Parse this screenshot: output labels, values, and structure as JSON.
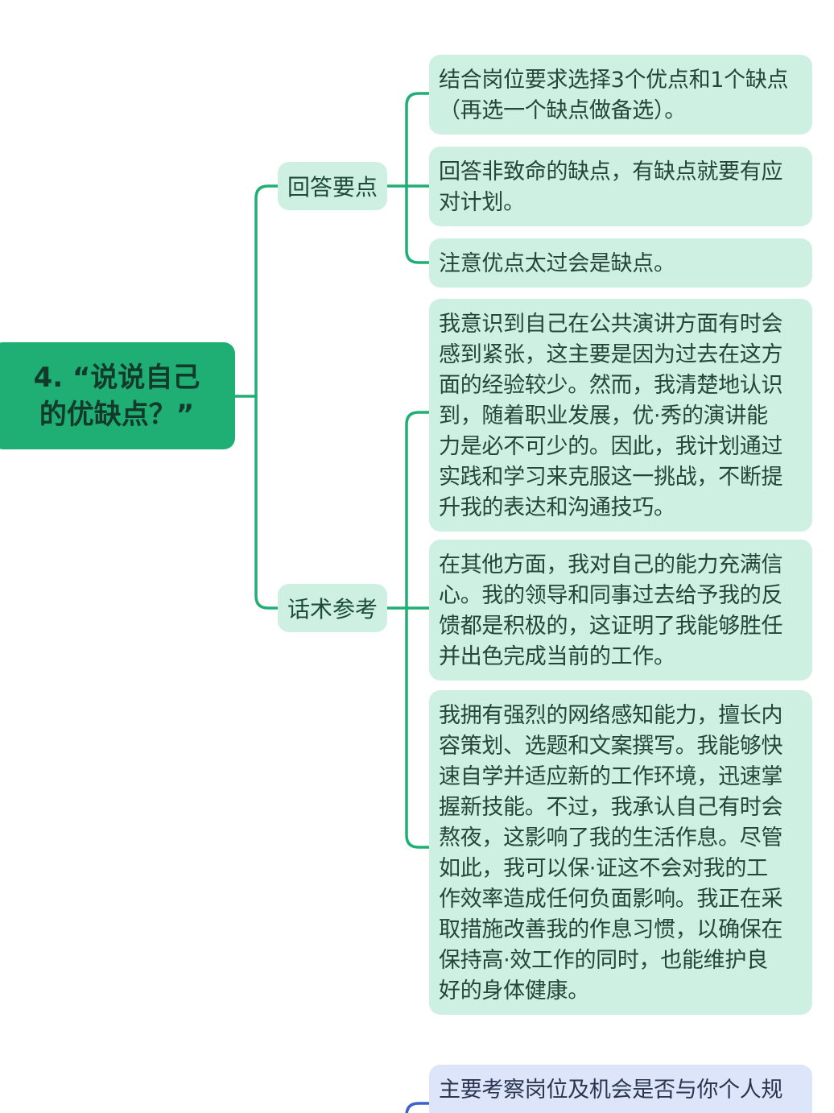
{
  "root": {
    "title_lines": [
      "4. “说说自己",
      "的优缺点？”"
    ]
  },
  "branches": [
    {
      "label": "回答要点",
      "children": [
        {
          "lines": [
            "结合岗位要求选择3个优点和1个缺点",
            "（再选一个缺点做备选）。"
          ]
        },
        {
          "lines": [
            "回答非致命的缺点，有缺点就要有应",
            "对计划。"
          ]
        },
        {
          "lines": [
            "注意优点太过会是缺点。"
          ]
        }
      ]
    },
    {
      "label": "话术参考",
      "children": [
        {
          "lines": [
            "我意识到自己在公共演讲方面有时会",
            "感到紧张，这主要是因为过去在这方",
            "面的经验较少。然而，我清楚地认识",
            "到，随着职业发展，优·秀的演讲能",
            "力是必不可少的。因此，我计划通过",
            "实践和学习来克服这一挑战，不断提",
            "升我的表达和沟通技巧。"
          ]
        },
        {
          "lines": [
            "在其他方面，我对自己的能力充满信",
            "心。我的领导和同事过去给予我的反",
            "馈都是积极的，这证明了我能够胜任",
            "并出色完成当前的工作。"
          ]
        },
        {
          "lines": [
            "我拥有强烈的网络感知能力，擅长内",
            "容策划、选题和文案撰写。我能够快",
            "速自学并适应新的工作环境，迅速掌",
            "握新技能。不过，我承认自己有时会",
            "熬夜，这影响了我的生活作息。尽管",
            "如此，我可以保·证这不会对我的工",
            "作效率造成任何负面影响。我正在采",
            "取措施改善我的作息习惯，以确保在",
            "保持高·效工作的同时，也能维护良",
            "好的身体健康。"
          ]
        }
      ]
    }
  ],
  "next_section": {
    "lines": [
      "主要考察岗位及机会是否与你个人规"
    ]
  },
  "colors": {
    "root_fill": "#1fae74",
    "node_fill": "#cdf0e2",
    "connector": "#1fae74",
    "next_fill": "#dde5fb",
    "next_connector": "#3b63c9"
  }
}
